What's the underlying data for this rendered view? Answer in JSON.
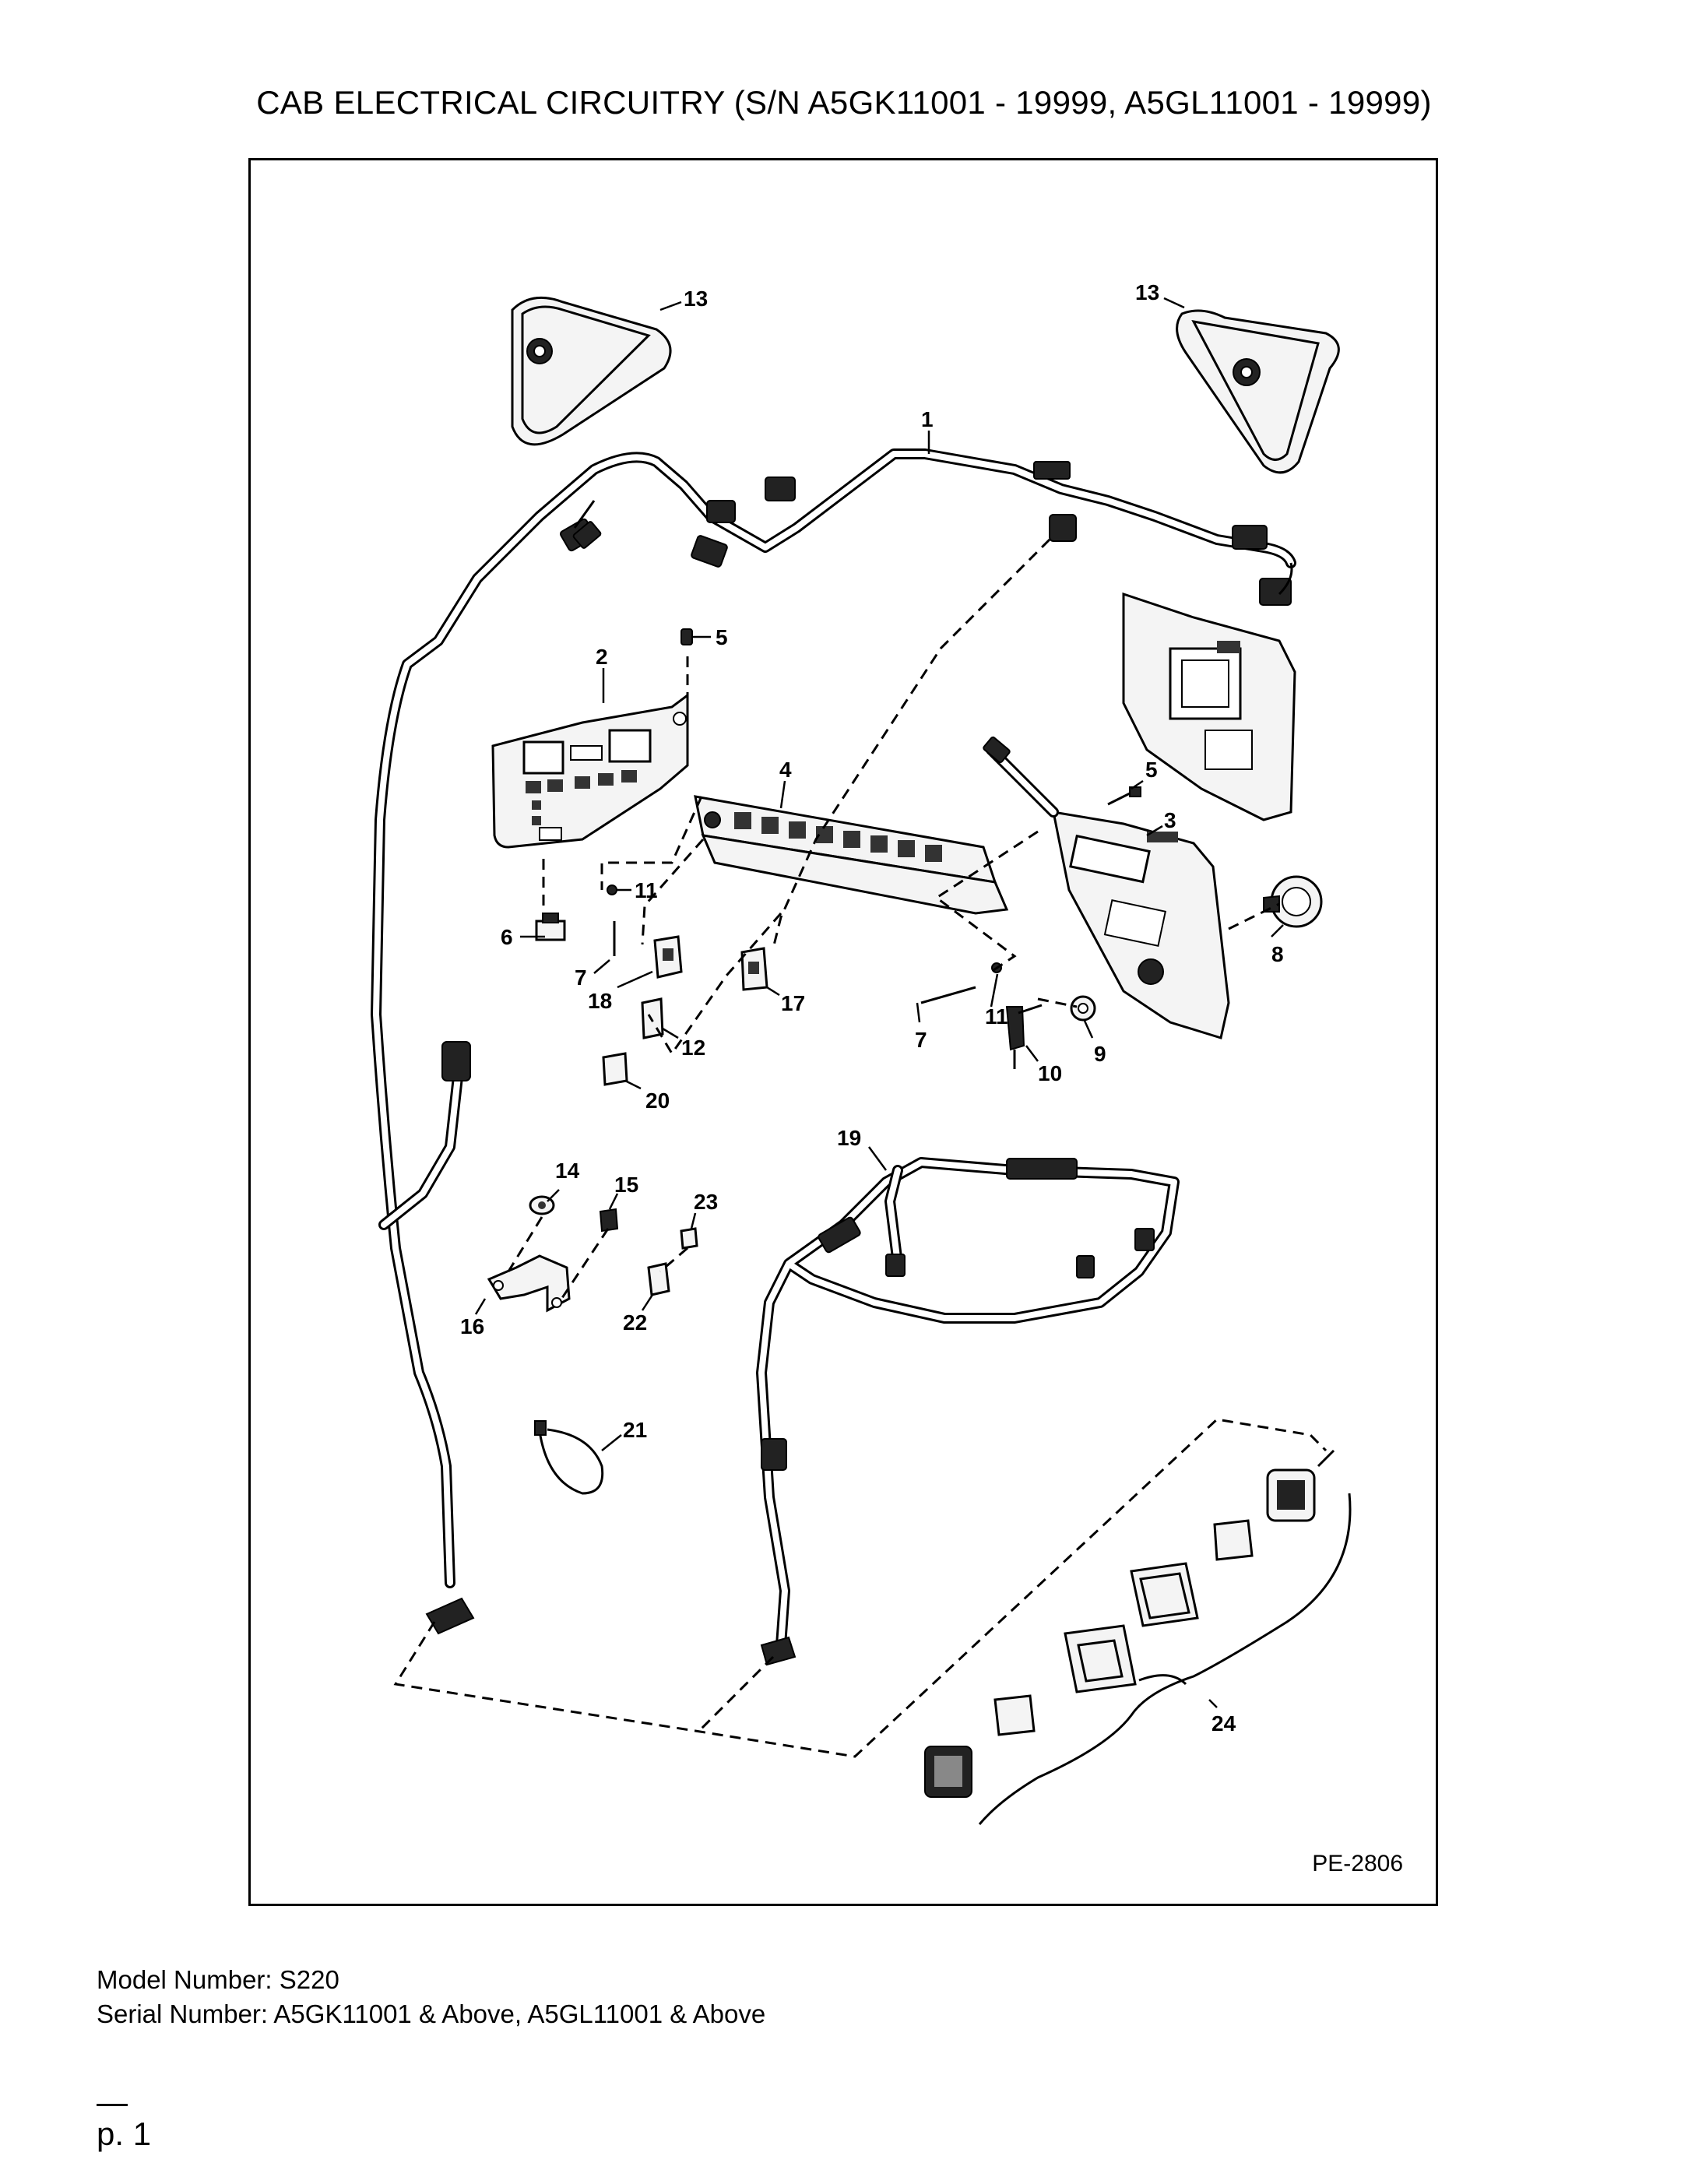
{
  "page": {
    "title": "CAB ELECTRICAL CIRCUITRY (S/N A5GK11001 - 19999, A5GL11001 - 19999)",
    "diagram_code": "PE-2806",
    "model_line": "Model Number: S220",
    "serial_line": "Serial Number: A5GK11001 & Above, A5GL11001 & Above",
    "page_number": "p. 1"
  },
  "callouts": {
    "c13a": "13",
    "c13b": "13",
    "c1": "1",
    "c2": "2",
    "c5a": "5",
    "c5b": "5",
    "c4": "4",
    "c3": "3",
    "c8": "8",
    "c11a": "11",
    "c11b": "11",
    "c6": "6",
    "c7a": "7",
    "c7b": "7",
    "c18": "18",
    "c17": "17",
    "c12": "12",
    "c20": "20",
    "c10": "10",
    "c9": "9",
    "c19": "19",
    "c14": "14",
    "c15": "15",
    "c23": "23",
    "c16": "16",
    "c22": "22",
    "c21": "21",
    "c24": "24"
  }
}
